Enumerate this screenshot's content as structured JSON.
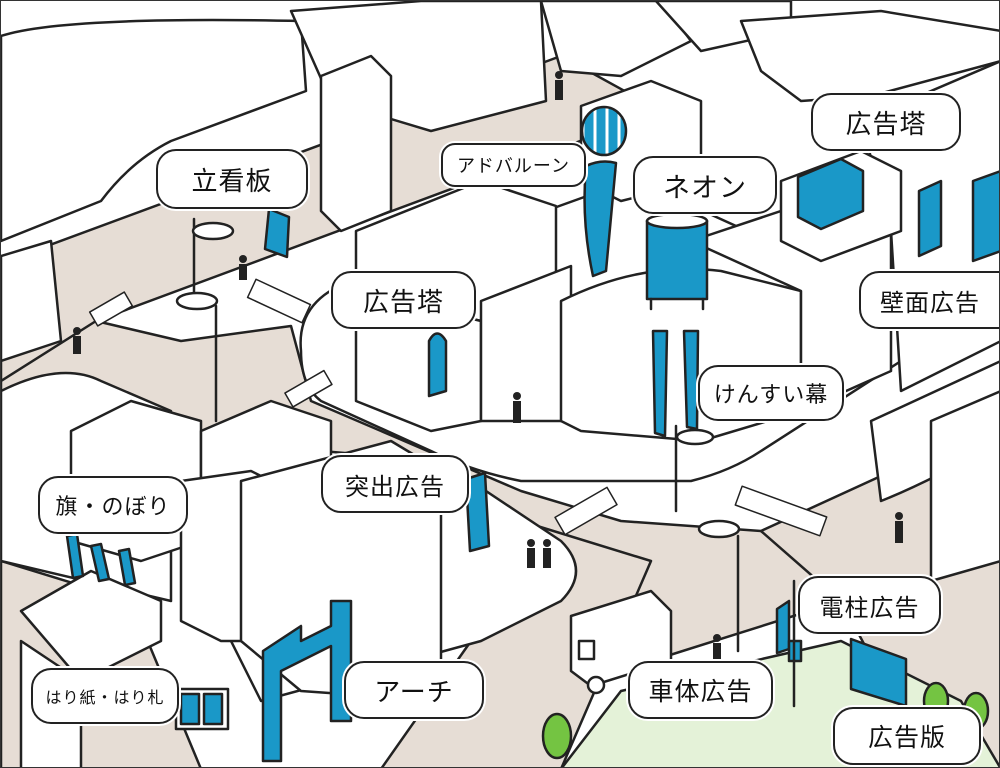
{
  "labels": {
    "tatekanban": "立看板",
    "ad_balloon": "アドバルーン",
    "neon": "ネオン",
    "ad_tower_top": "広告塔",
    "ad_tower_center": "広告塔",
    "wall_ad": "壁面広告",
    "kensuimaku": "けんすい幕",
    "flags": "旗・のぼり",
    "projecting_sign": "突出広告",
    "pole_ad": "電柱広告",
    "posters": "はり紙・はり札",
    "arch": "アーチ",
    "vehicle_ad": "車体広告",
    "billboard": "広告版"
  },
  "colors": {
    "accent_blue": "#1a98c8",
    "road": "#e6ddd5",
    "park": "#e4f2d8",
    "tree": "#74c442",
    "outline": "#222222",
    "building": "#ffffff"
  }
}
